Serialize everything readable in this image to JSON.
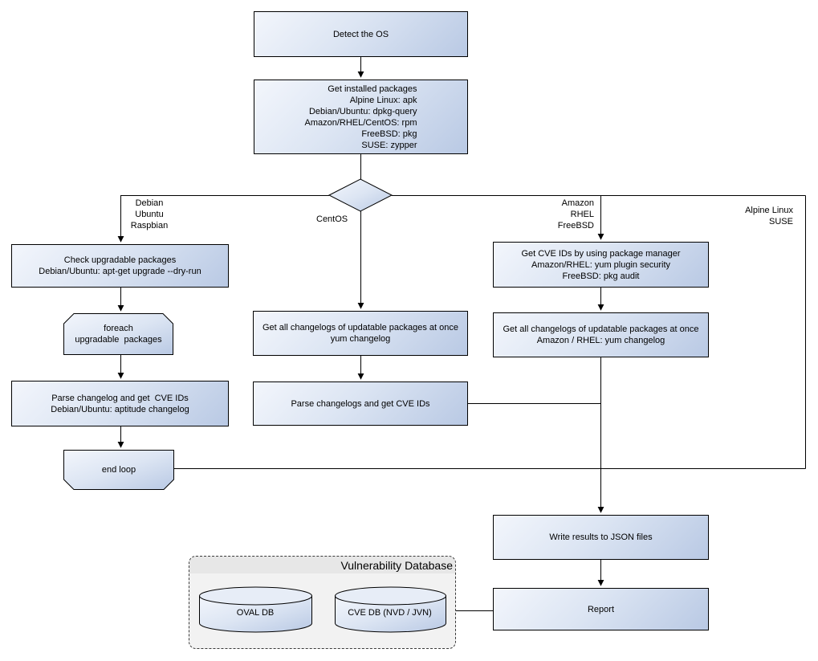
{
  "diagram": {
    "nodes": {
      "detect_os": {
        "label": "Detect the OS"
      },
      "get_installed_packages": {
        "lines": [
          "Get installed packages",
          "Alpine Linux: apk",
          "Debian/Ubuntu: dpkg-query",
          "Amazon/RHEL/CentOS: rpm",
          "FreeBSD: pkg",
          "SUSE: zypper"
        ]
      },
      "check_upgradable": {
        "lines": [
          "Check upgradable packages",
          "Debian/Ubuntu: apt-get upgrade --dry-run"
        ]
      },
      "foreach_loop": {
        "lines": [
          "foreach",
          "upgradable  packages"
        ]
      },
      "parse_changelog_debian": {
        "lines": [
          "Parse changelog and get  CVE IDs",
          "Debian/Ubuntu: aptitude changelog"
        ]
      },
      "end_loop": {
        "label": "end loop"
      },
      "get_changelogs_centos": {
        "lines": [
          "Get all changelogs of updatable packages at once",
          "yum changelog"
        ]
      },
      "parse_changelogs_centos": {
        "label": "Parse changelogs and get CVE IDs"
      },
      "get_cve_ids_package_manager": {
        "lines": [
          "Get CVE IDs by using package manager",
          "Amazon/RHEL: yum plugin security",
          "FreeBSD: pkg audit"
        ]
      },
      "get_changelogs_amazon_rhel": {
        "lines": [
          "Get all changelogs of updatable packages at once",
          "Amazon / RHEL: yum changelog"
        ]
      },
      "write_results": {
        "label": "Write results to JSON files"
      },
      "report": {
        "label": "Report"
      }
    },
    "edge_labels": {
      "debian_branch": [
        "Debian",
        "Ubuntu",
        "Raspbian"
      ],
      "centos_branch": "CentOS",
      "amazon_branch": [
        "Amazon",
        "RHEL",
        "FreeBSD"
      ],
      "alpine_branch": [
        "Alpine Linux",
        "SUSE"
      ]
    },
    "vulnerability_database": {
      "title": "Vulnerability Database",
      "databases": [
        "OVAL DB",
        "CVE DB (NVD / JVN)"
      ]
    },
    "colors": {
      "node_fill_light": "#f3f6fc",
      "node_fill_dark": "#b9c9e4",
      "node_border": "#000000",
      "connector": "#000000",
      "db_container_fill": "#f2f2f2",
      "db_header_fill": "#e7e7e7"
    }
  }
}
